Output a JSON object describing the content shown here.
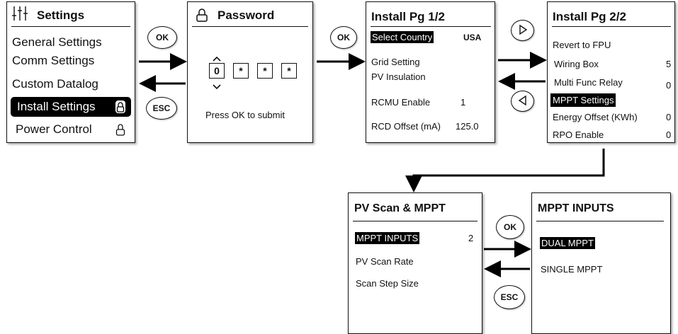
{
  "settings": {
    "title": "Settings",
    "items": [
      {
        "label": "General Settings"
      },
      {
        "label": "Comm Settings"
      },
      {
        "label": "Custom Datalog"
      },
      {
        "label": "Install Settings"
      },
      {
        "label": "Power Control"
      }
    ]
  },
  "password": {
    "title": "Password",
    "digits": [
      "0",
      "*",
      "*",
      "*"
    ],
    "hint": "Press OK to submit"
  },
  "install1": {
    "title": "Install Pg 1/2",
    "rows": [
      {
        "label": "Select Country",
        "value": "USA"
      },
      {
        "label": "Grid Setting",
        "value": ""
      },
      {
        "label": "PV Insulation",
        "value": ""
      },
      {
        "label": "RCMU Enable",
        "value": "1"
      },
      {
        "label": "RCD Offset (mA)",
        "value": "125.0"
      }
    ]
  },
  "install2": {
    "title": "Install Pg 2/2",
    "rows": [
      {
        "label": "Revert to FPU",
        "value": ""
      },
      {
        "label": "Wiring Box",
        "value": "5"
      },
      {
        "label": "Multi Func Relay",
        "value": "0"
      },
      {
        "label": "MPPT Settings",
        "value": ""
      },
      {
        "label": "Energy Offset (KWh)",
        "value": "0"
      },
      {
        "label": "RPO Enable",
        "value": "0"
      }
    ]
  },
  "pvscan": {
    "title": "PV Scan & MPPT",
    "rows": [
      {
        "label": "MPPT INPUTS",
        "value": "2"
      },
      {
        "label": "PV Scan Rate",
        "value": ""
      },
      {
        "label": "Scan Step Size",
        "value": ""
      }
    ]
  },
  "mpptinputs": {
    "title": "MPPT INPUTS",
    "rows": [
      {
        "label": "DUAL MPPT"
      },
      {
        "label": "SINGLE MPPT"
      }
    ]
  },
  "buttons": {
    "ok_label": "OK",
    "esc_label": "ESC"
  }
}
